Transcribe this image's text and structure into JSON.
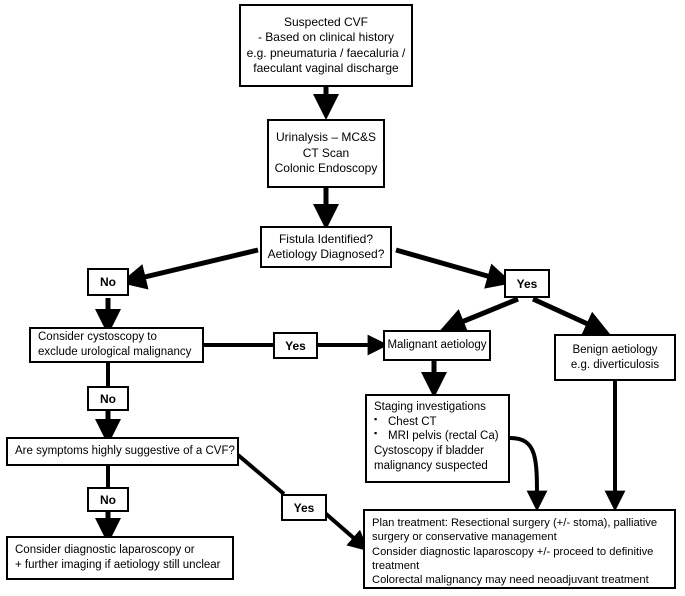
{
  "diagram": {
    "title": "Suspected colovesical fistula (CVF) management flowchart",
    "stroke_color": "#000000",
    "background_color": "#ffffff"
  },
  "nodes": {
    "suspected_cvf": {
      "lines": [
        "Suspected CVF",
        "- Based on clinical history",
        "e.g. pneumaturia / faecaluria /",
        "faeculant vaginal discharge"
      ]
    },
    "initial_investigations": {
      "lines": [
        "Urinalysis – MC&S",
        "CT Scan",
        "Colonic Endoscopy"
      ]
    },
    "fistula_identified": {
      "lines": [
        "Fistula Identified?",
        "Aetiology Diagnosed?"
      ]
    },
    "consider_cystoscopy": {
      "lines": [
        "Consider cystoscopy to",
        "exclude urological malignancy"
      ]
    },
    "symptoms_suggestive": {
      "lines": [
        "Are symptoms highly suggestive of a CVF?"
      ]
    },
    "diagnostic_laparoscopy": {
      "lines": [
        "Consider diagnostic laparoscopy or",
        "+ further imaging if aetiology still unclear"
      ]
    },
    "malignant_aetiology": {
      "lines": [
        "Malignant aetiology"
      ]
    },
    "benign_aetiology": {
      "lines": [
        "Benign aetiology",
        "e.g. diverticulosis"
      ]
    },
    "staging_investigations": {
      "heading": "Staging investigations",
      "bullets": [
        "Chest CT",
        "MRI pelvis (rectal Ca)"
      ],
      "lines": [
        "Cystoscopy if bladder",
        "malignancy suspected"
      ]
    },
    "plan_treatment": {
      "lines": [
        "Plan treatment: Resectional surgery (+/- stoma), palliative",
        "surgery or conservative management",
        "Consider diagnostic laparoscopy +/- proceed to definitive",
        "treatment",
        "Colorectal malignancy may need neoadjuvant treatment"
      ]
    }
  },
  "edge_labels": {
    "no_fistula": "No",
    "yes_fistula": "Yes",
    "yes_cystoscopy": "Yes",
    "no_cystoscopy": "No",
    "no_symptoms": "No",
    "yes_symptoms": "Yes"
  }
}
